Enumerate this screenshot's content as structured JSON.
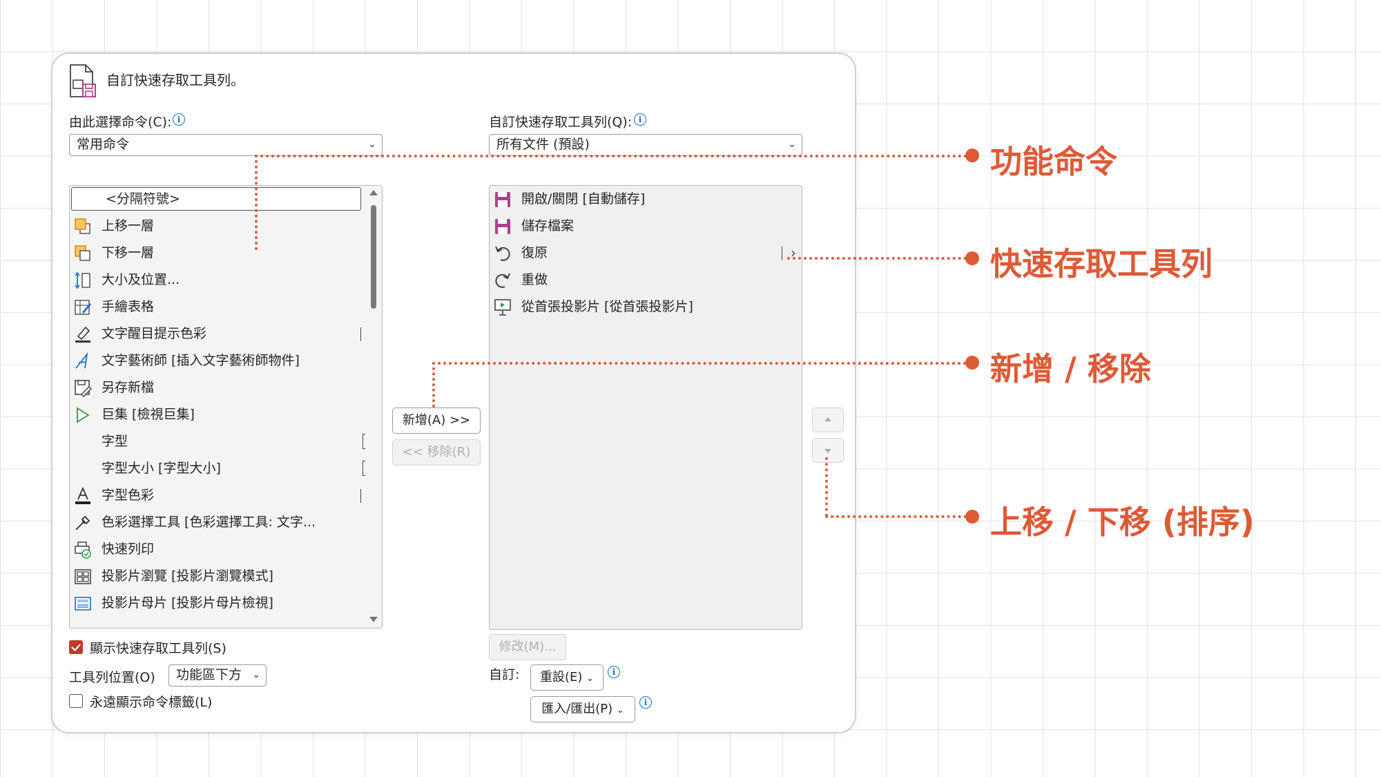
{
  "dialog": {
    "title": "自訂快速存取工具列。",
    "left": {
      "choose_label": "由此選擇命令(C):",
      "choose_value": "常用命令",
      "items": [
        {
          "label": "<分隔符號>",
          "icon": "none",
          "selected": true
        },
        {
          "label": "上移一層",
          "icon": "bring-forward-icon"
        },
        {
          "label": "下移一層",
          "icon": "send-backward-icon"
        },
        {
          "label": "大小及位置...",
          "icon": "size-position-icon"
        },
        {
          "label": "手繪表格",
          "icon": "draw-table-icon"
        },
        {
          "label": "文字醒目提示色彩",
          "icon": "highlight-pen-icon",
          "submenu": "split"
        },
        {
          "label": "文字藝術師 [插入文字藝術師物件]",
          "icon": "wordart-icon",
          "submenu": "arrow"
        },
        {
          "label": "另存新檔",
          "icon": "save-as-icon"
        },
        {
          "label": "巨集 [檢視巨集]",
          "icon": "macro-play-icon"
        },
        {
          "label": "字型",
          "icon": "none",
          "submenu": "fontbox"
        },
        {
          "label": "字型大小 [字型大小]",
          "icon": "none",
          "submenu": "fontbox"
        },
        {
          "label": "字型色彩",
          "icon": "font-color-icon",
          "submenu": "split"
        },
        {
          "label": "色彩選擇工具 [色彩選擇工具: 文字...",
          "icon": "eyedropper-icon"
        },
        {
          "label": "快速列印",
          "icon": "quick-print-icon"
        },
        {
          "label": "投影片瀏覽 [投影片瀏覽模式]",
          "icon": "slide-sorter-icon"
        },
        {
          "label": "投影片母片 [投影片母片檢視]",
          "icon": "slide-master-icon"
        }
      ],
      "show_qat_label": "顯示快速存取工具列(S)",
      "show_qat_checked": true,
      "position_label": "工具列位置(O)",
      "position_value": "功能區下方",
      "always_show_label": "永遠顯示命令標籤(L)",
      "always_show_checked": false
    },
    "middle": {
      "add_label": "新增(A) >>",
      "remove_label": "<< 移除(R)"
    },
    "right": {
      "customize_label": "自訂快速存取工具列(Q):",
      "customize_value": "所有文件 (預設)",
      "items": [
        {
          "label": "開啟/關閉 [自動儲存]",
          "icon": "autosave-icon"
        },
        {
          "label": "儲存檔案",
          "icon": "save-icon"
        },
        {
          "label": "復原",
          "icon": "undo-icon",
          "submenu": "split"
        },
        {
          "label": "重做",
          "icon": "redo-icon"
        },
        {
          "label": "從首張投影片 [從首張投影片]",
          "icon": "slideshow-start-icon"
        }
      ],
      "modify_label": "修改(M)...",
      "customizations_label": "自訂:",
      "reset_label": "重設(E)",
      "import_export_label": "匯入/匯出(P)"
    }
  },
  "callouts": [
    {
      "text": "功能命令"
    },
    {
      "text": "快速存取工具列"
    },
    {
      "text": "新增 / 移除"
    },
    {
      "text": "上移 / 下移 (排序)"
    }
  ],
  "colors": {
    "accent": "#dd5a36",
    "info_blue": "#1a6fc9",
    "checkbox": "#c0392b",
    "icon_orange": "#f0a02a",
    "icon_purple": "#b0408c"
  }
}
